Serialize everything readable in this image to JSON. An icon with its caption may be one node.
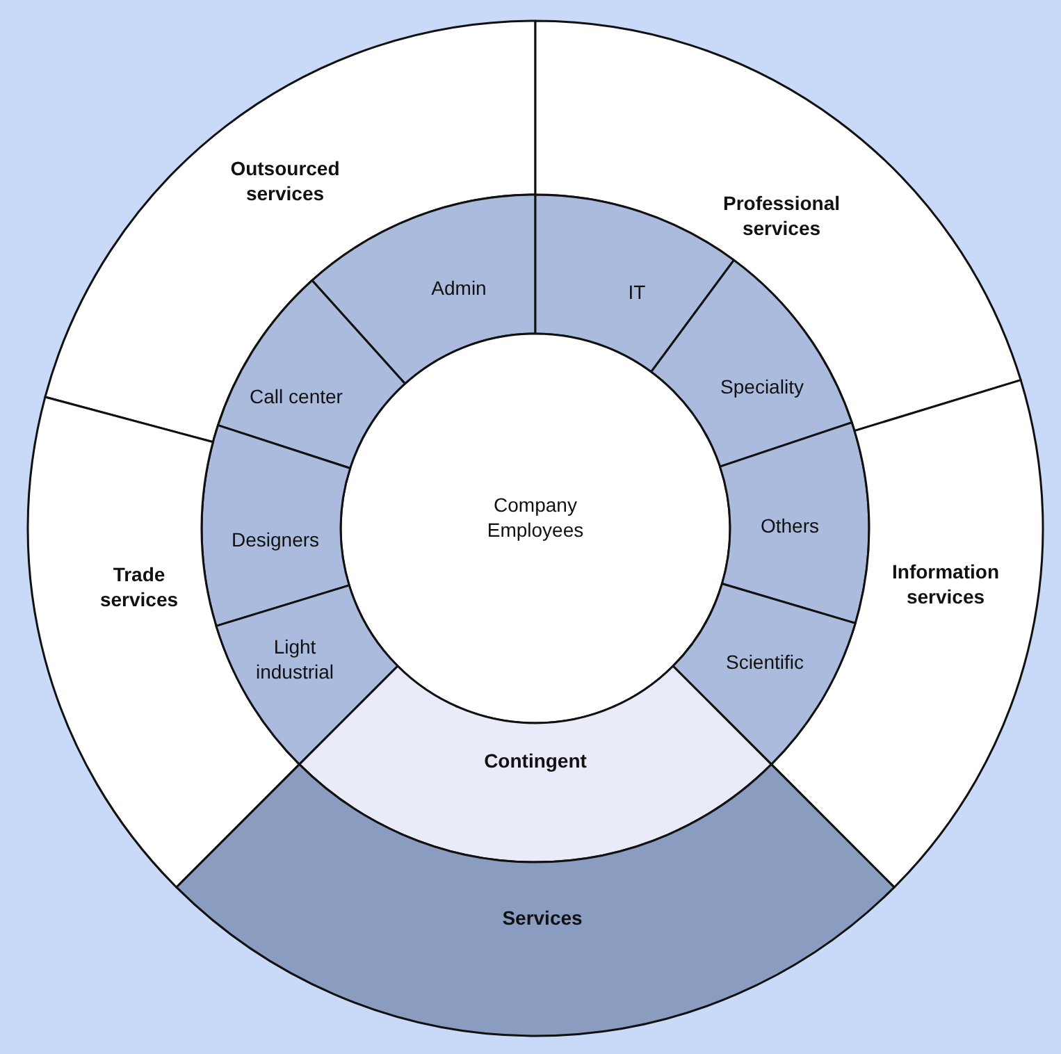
{
  "diagram": {
    "nodes": [
      {
        "text": [
          "Outsourced services"
        ]
      },
      {
        "text": [
          "Professional services"
        ]
      },
      {
        "text": [
          "Admin"
        ]
      },
      {
        "text": [
          "IT"
        ]
      },
      {
        "text": [
          "Call center"
        ]
      },
      {
        "text": [
          "Speciality"
        ]
      },
      {
        "text": [
          "Company Employees"
        ]
      },
      {
        "text": [
          "Designers"
        ]
      },
      {
        "text": [
          "Others"
        ]
      },
      {
        "text": [
          "Trade services"
        ]
      },
      {
        "text": [
          "Information services"
        ]
      },
      {
        "text": [
          "Light industrial"
        ]
      },
      {
        "text": [
          "Scientific"
        ]
      },
      {
        "text": [
          "Contingent"
        ]
      },
      {
        "text": [
          "Services"
        ]
      }
    ]
  }
}
